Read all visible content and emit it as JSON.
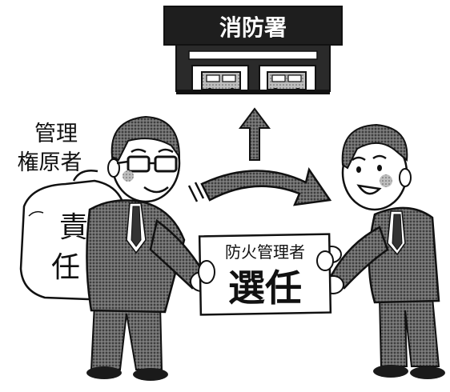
{
  "fire_station": {
    "sign": "消防署"
  },
  "owner": {
    "title_line1": "管理",
    "title_line2": "権原者",
    "bag_line1": "責",
    "bag_line2": "任"
  },
  "document": {
    "title": "防火管理者",
    "big_text": "選任"
  },
  "colors": {
    "ink": "#111111",
    "dark_fill": "#2a2a2a",
    "screentone": "#7a7a7a",
    "paper": "#ffffff",
    "cheek": "#b0b0b0"
  }
}
